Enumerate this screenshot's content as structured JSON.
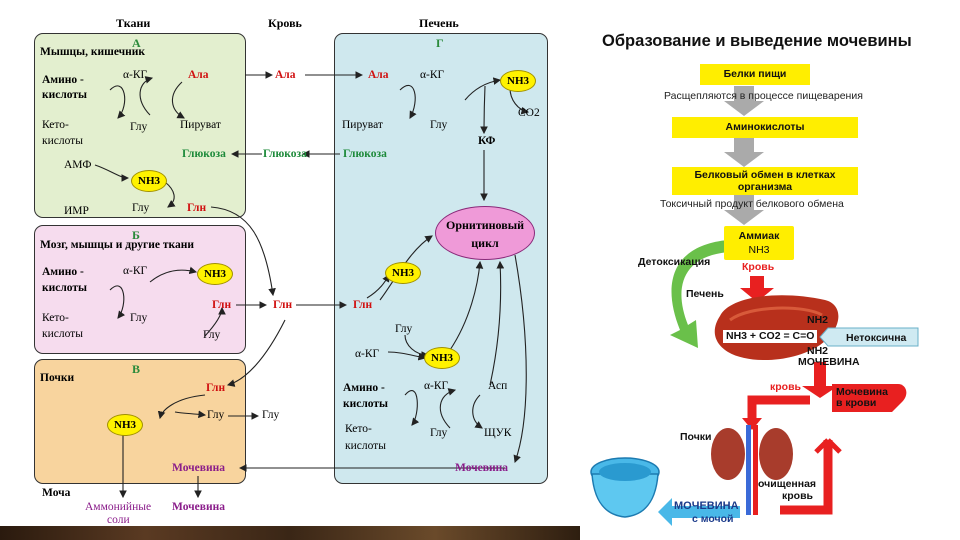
{
  "left": {
    "columns": {
      "tissues": "Ткани",
      "blood": "Кровь",
      "liver": "Печень"
    },
    "boxA": {
      "letter": "А",
      "title": "Мышцы, кишечник",
      "amino1": "Амино -",
      "amino2": "кислоты",
      "keto1": "Кето-",
      "keto2": "кислоты",
      "akg": "α-КГ",
      "glu": "Глу",
      "ala": "Ала",
      "pyruvate": "Пируват",
      "glucose": "Глюкоза",
      "amf": "АМФ",
      "nh3": "NH3",
      "imr": "ИМР",
      "glu2": "Глу",
      "gln": "Глн"
    },
    "boxB": {
      "letter": "Б",
      "title": "Мозг, мышцы и другие ткани",
      "amino1": "Амино -",
      "amino2": "кислоты",
      "keto1": "Кето-",
      "keto2": "кислоты",
      "akg": "α-КГ",
      "glu": "Глу",
      "nh3": "NH3",
      "gln": "Глн",
      "glu2": "Глу"
    },
    "boxV": {
      "letter": "В",
      "title": "Почки",
      "gln": "Глн",
      "nh3": "NH3",
      "glu": "Глу",
      "urea": "Мочевина"
    },
    "blood": {
      "ala": "Ала",
      "glucose": "Глюкоза",
      "gln": "Глн",
      "glu": "Глу"
    },
    "liver": {
      "letter": "Г",
      "ala": "Ала",
      "akg": "α-КГ",
      "nh3": "NH3",
      "co2": "CO2",
      "glu": "Глу",
      "pyruvate": "Пируват",
      "glucose": "Глюкоза",
      "kf": "КФ",
      "ornithine1": "Орнитиновый",
      "ornithine2": "цикл",
      "gln": "Глн",
      "glu2": "Глу",
      "akg2": "α-КГ",
      "nh3b": "NH3",
      "amino1": "Амино -",
      "amino2": "кислоты",
      "akg3": "α-КГ",
      "asp": "Асп",
      "keto1": "Кето-",
      "keto2": "кислоты",
      "glu3": "Глу",
      "shchuk": "ЩУК",
      "urea": "Мочевина"
    },
    "bottom": {
      "urine": "Моча",
      "ammonium1": "Аммонийные",
      "ammonium2": "соли",
      "urea": "Мочевина"
    }
  },
  "right": {
    "title": "Образование и выведение мочевины",
    "food_proteins": "Белки пищи",
    "digest_caption": "Расщепляются в процессе пищеварения",
    "amino_acids": "Аминокислоты",
    "protein_exchange1": "Белковый обмен в клетках",
    "protein_exchange2": "организма",
    "toxic_caption": "Токсичный продукт белкового обмена",
    "ammonia1": "Аммиак",
    "ammonia2": "NH3",
    "detox": "Детоксикация",
    "blood1": "Кровь",
    "liver": "Печень",
    "nh2a": "NH2",
    "reaction": "NH3 + CO2 = C=O",
    "nh2b": "NH2",
    "urea_caps": "МОЧЕВИНА",
    "nontoxic": "Нетоксична",
    "blood2": "кровь",
    "urea_blood1": "Мочевина",
    "urea_blood2": "в крови",
    "kidneys": "Почки",
    "cleaned1": "очищенная",
    "cleaned2": "кровь",
    "urea_urine1": "МОЧЕВИНА",
    "urea_urine2": "с мочой"
  },
  "colors": {
    "boxA": "#e3efcf",
    "boxB": "#f6dcee",
    "boxV": "#f8d49e",
    "liver": "#cfe8ee",
    "red": "#d01010",
    "green": "#1d8a3a"
  }
}
